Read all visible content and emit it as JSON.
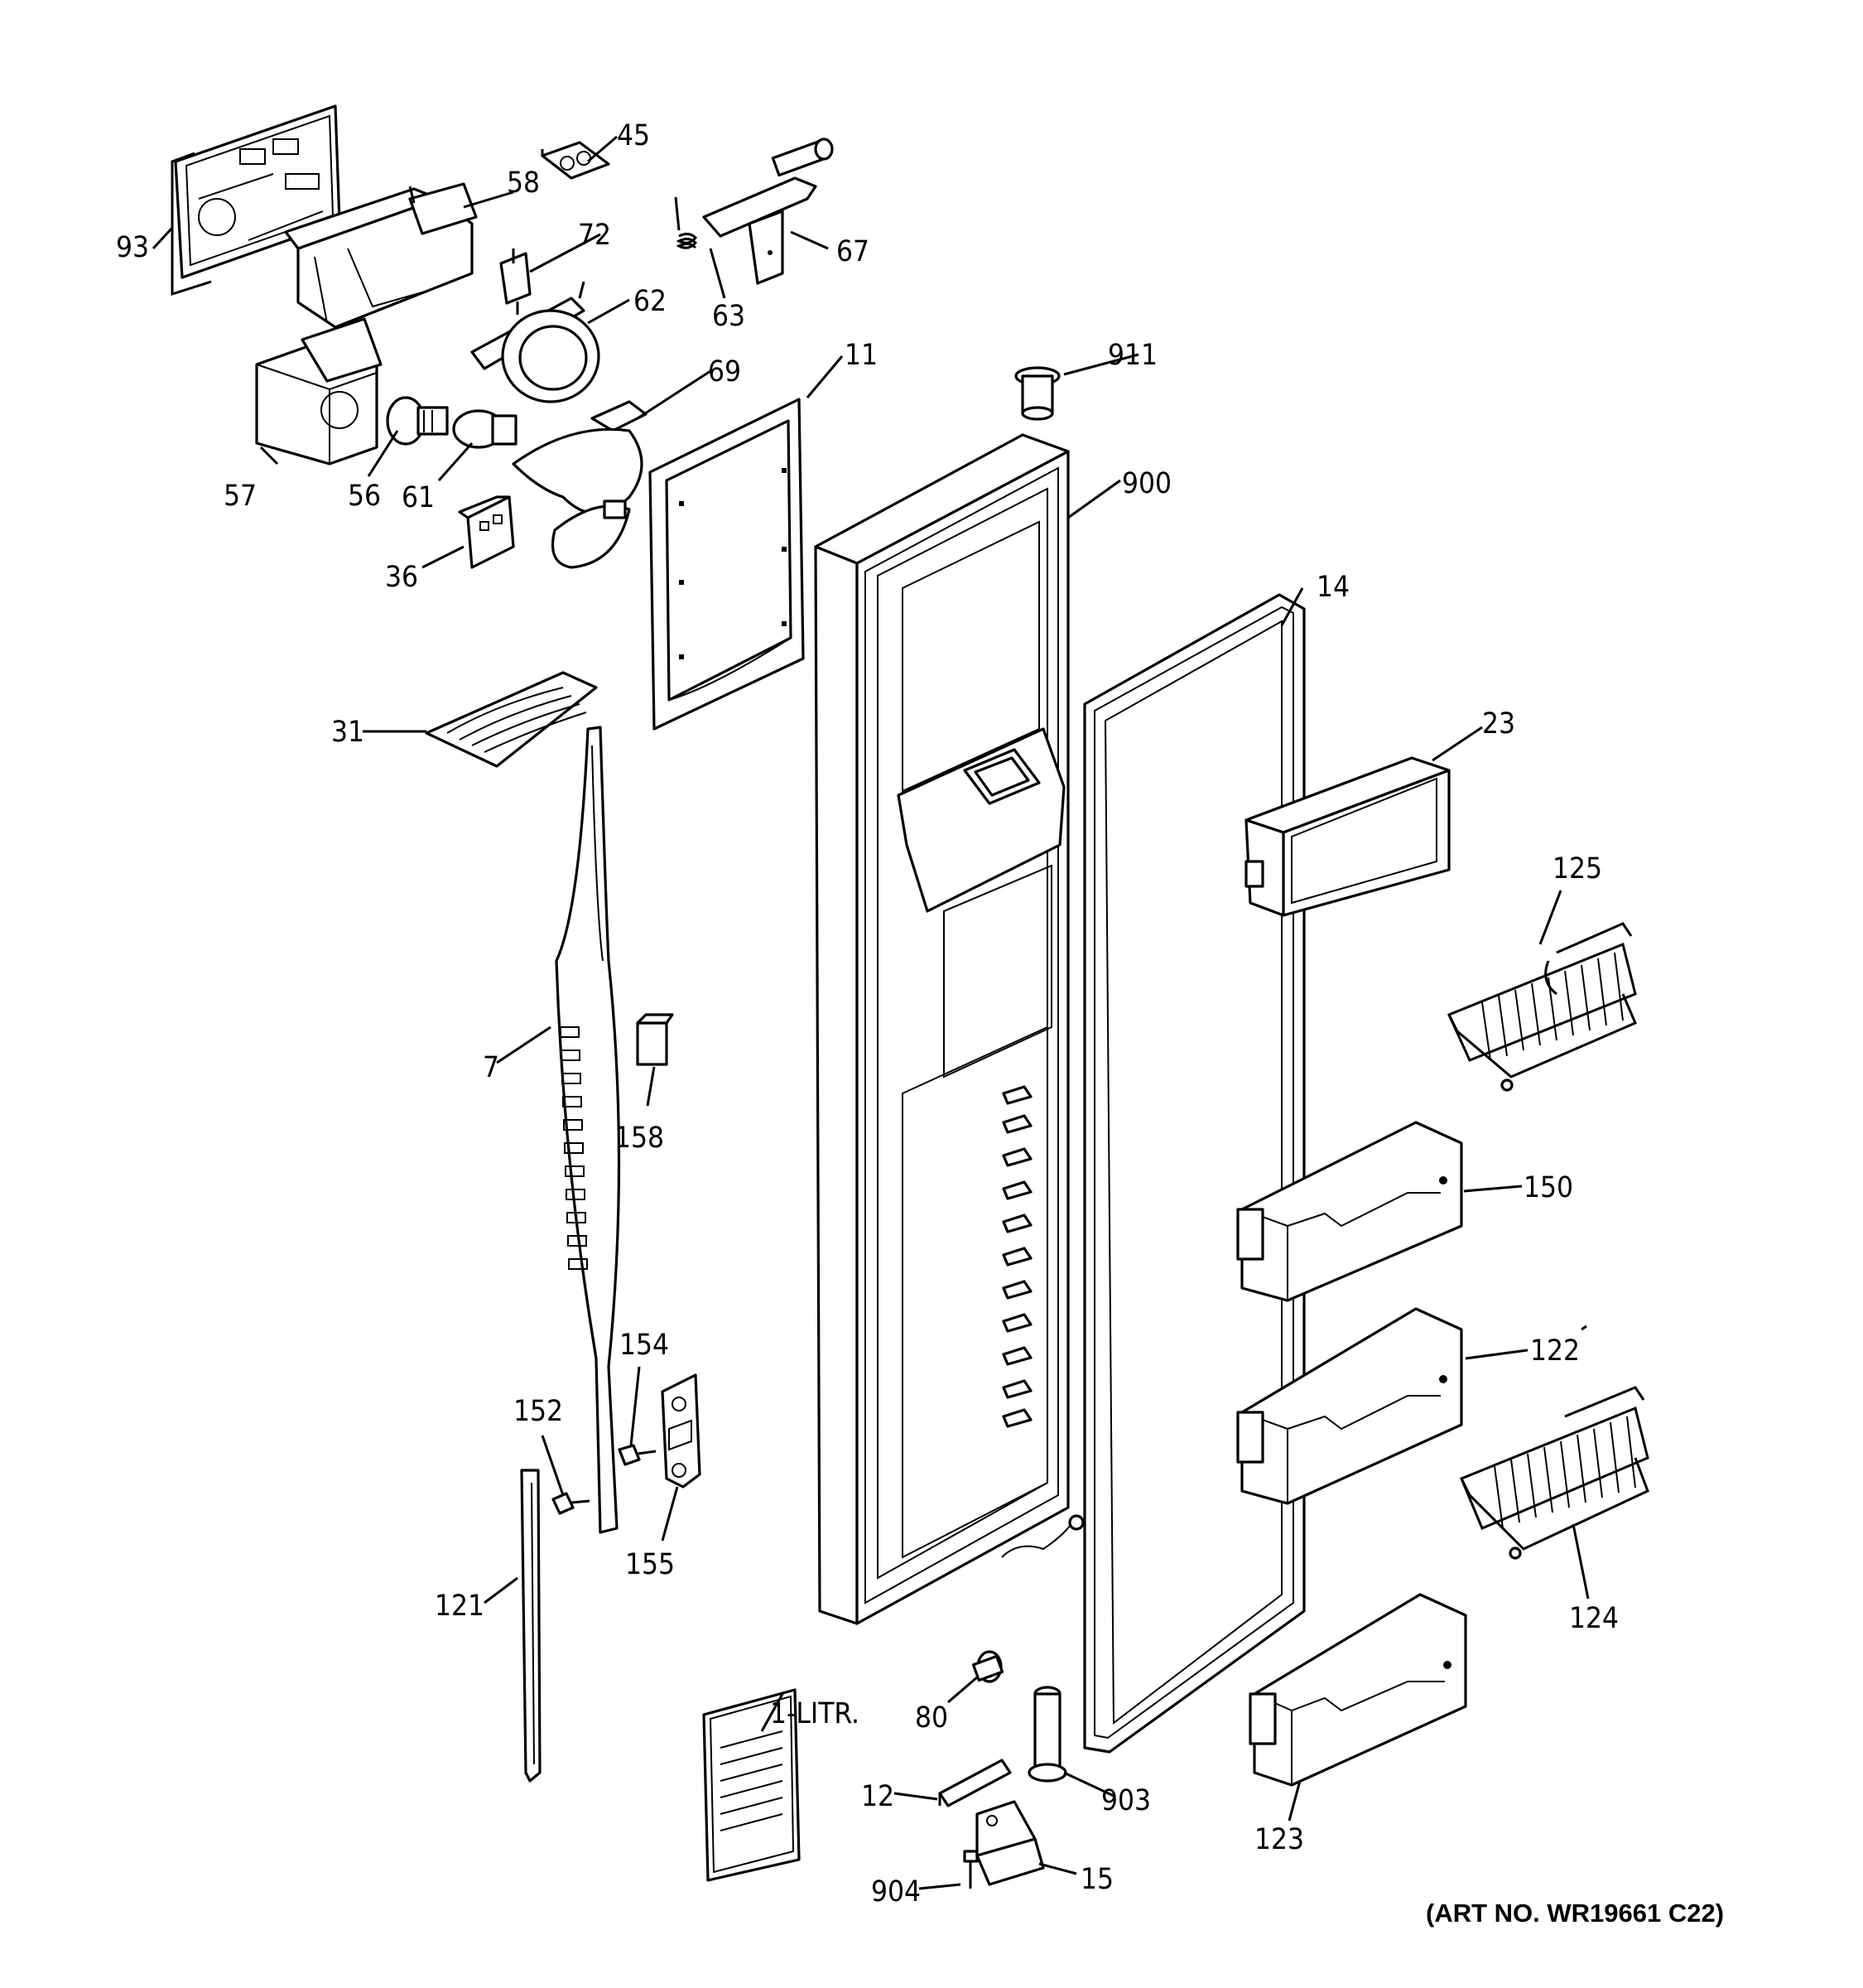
{
  "callouts": {
    "p93": "93",
    "p58": "58",
    "p45": "45",
    "p72": "72",
    "p67": "67",
    "p63": "63",
    "p62": "62",
    "p69": "69",
    "p11": "11",
    "p911": "911",
    "p57": "57",
    "p56": "56",
    "p61": "61",
    "p36": "36",
    "p900": "900",
    "p14": "14",
    "p31": "31",
    "p23": "23",
    "p125": "125",
    "p7": "7",
    "p158": "158",
    "p150": "150",
    "p154": "154",
    "p152": "152",
    "p122": "122",
    "p155": "155",
    "p124": "124",
    "p121": "121",
    "p1litr": "1-LITR.",
    "p80": "80",
    "p903": "903",
    "p12": "12",
    "p123": "123",
    "p15": "15",
    "p904": "904"
  },
  "art_number": "(ART NO. WR19661 C22)"
}
